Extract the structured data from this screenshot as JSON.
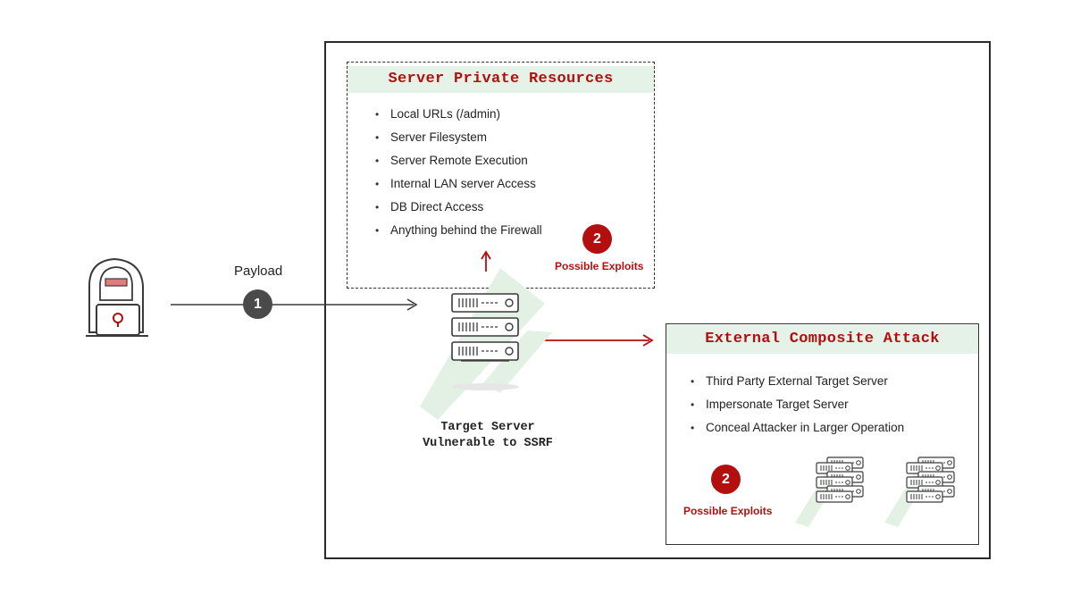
{
  "payload": {
    "label": "Payload",
    "step": "1"
  },
  "private_resources": {
    "title": "Server Private Resources",
    "items": [
      "Local URLs (/admin)",
      "Server Filesystem",
      "Server Remote Execution",
      "Internal LAN server Access",
      "DB Direct Access",
      "Anything behind the Firewall"
    ],
    "step": "2",
    "exploit_label": "Possible Exploits"
  },
  "target_server": {
    "line1": "Target Server",
    "line2": "Vulnerable to SSRF"
  },
  "external_attack": {
    "title": "External Composite Attack",
    "items": [
      "Third Party External Target Server",
      "Impersonate Target Server",
      "Conceal Attacker in Larger Operation"
    ],
    "step": "2",
    "exploit_label": "Possible Exploits"
  },
  "colors": {
    "accent": "#b30f0f",
    "title_bg": "#e5f2e7",
    "glow": "#e3f1e5",
    "step_gray": "#4a4a4a"
  },
  "icons": [
    "hacker-icon",
    "server-rack-icon",
    "arrow-right-icon",
    "arrow-up-icon"
  ]
}
